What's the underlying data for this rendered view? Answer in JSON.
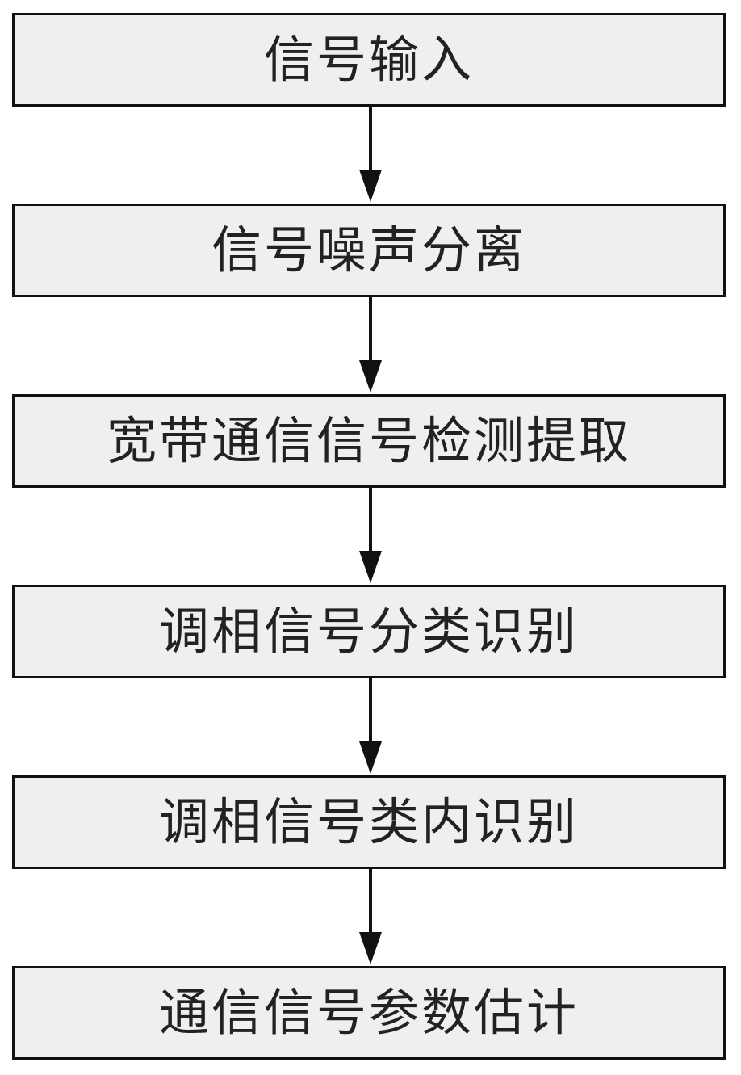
{
  "flowchart": {
    "steps": [
      {
        "label": "信号输入"
      },
      {
        "label": "信号噪声分离"
      },
      {
        "label": "宽带通信信号检测提取"
      },
      {
        "label": "调相信号分类识别"
      },
      {
        "label": "调相信号类内识别"
      },
      {
        "label": "通信信号参数估计"
      }
    ]
  },
  "colors": {
    "box_fill": "#efefef",
    "box_border": "#111111",
    "arrow": "#111111",
    "text": "#222222"
  }
}
